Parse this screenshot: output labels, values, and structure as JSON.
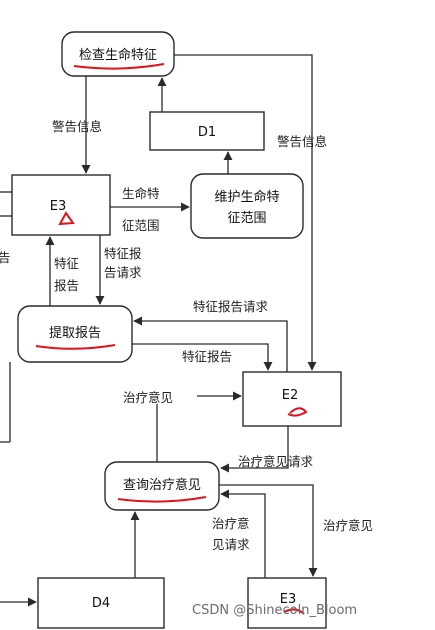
{
  "nodes": {
    "check_vital_signs": "检查生命特征",
    "d1": "D1",
    "maintain_range_l1": "维护生命特",
    "maintain_range_l2": "征范围",
    "e3_top": "E3",
    "extract_report": "提取报告",
    "e2": "E2",
    "query_treatment": "查询治疗意见",
    "d4": "D4",
    "e3_bottom": "E3"
  },
  "edges": {
    "alarm_info_left": "警告信息",
    "alarm_info_right": "警告信息",
    "vital_range_l1": "生命特",
    "vital_range_l2": "征范围",
    "feature_l1": "特征",
    "feature_l2": "报告",
    "feature_req_l1": "特征报",
    "feature_req_l2": "告请求",
    "feature_report_request": "特征报告请求",
    "feature_report": "特征报告",
    "treatment_opinion_left": "治疗意见",
    "treatment_opinion_request": "治疗意见请求",
    "treat_req_l1": "治疗意",
    "treat_req_l2": "见请求",
    "treatment_opinion_right": "治疗意见"
  },
  "partial_left_label": "告",
  "watermark": "CSDN @Shinecoln_Bloom",
  "colors": {
    "line": "#2a2a2a",
    "annotation": "#e0121b",
    "watermark": "#6b6b6b"
  }
}
